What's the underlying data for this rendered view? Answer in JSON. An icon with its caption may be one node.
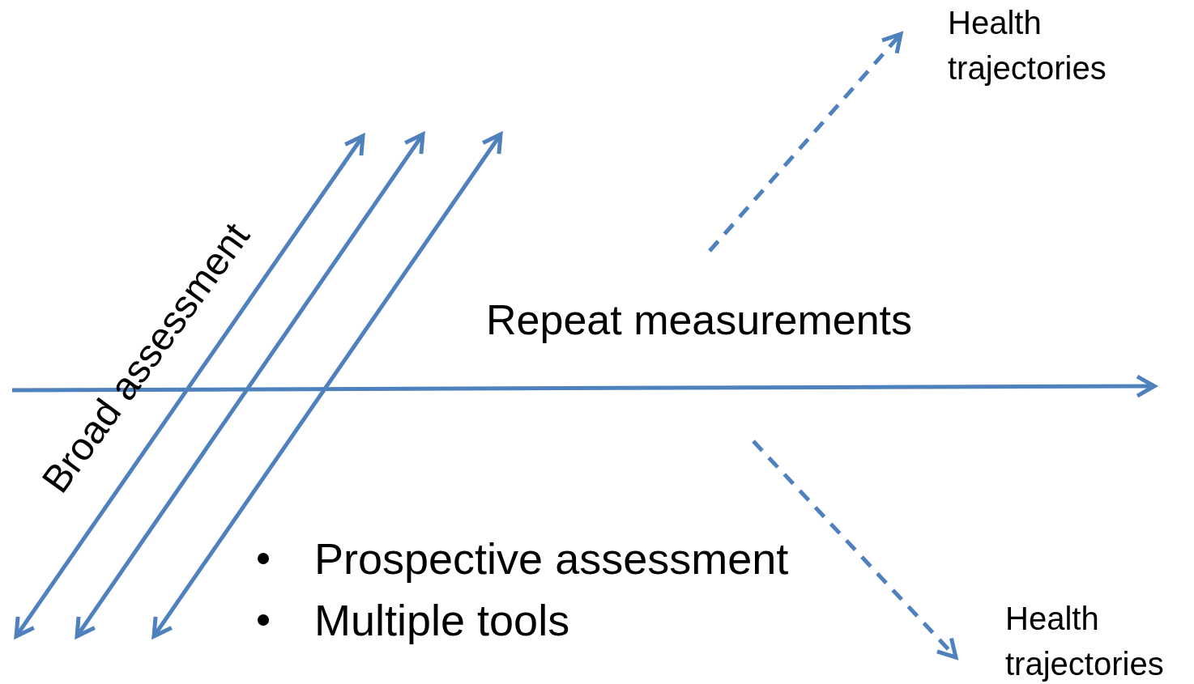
{
  "diagram": {
    "nodes": [
      {
        "text": [
          "Health trajectories"
        ]
      },
      {
        "text": [
          "Health trajectories"
        ]
      }
    ],
    "edges": [
      {
        "from": null,
        "to": 0,
        "arrow": "to",
        "style": "dashed"
      },
      {
        "from": null,
        "to": 1,
        "arrow": "to",
        "style": "dashed"
      }
    ],
    "labels": [
      "Broad assessment",
      "Repeat measurements",
      "Prospective assessment",
      "Multiple tools"
    ]
  }
}
